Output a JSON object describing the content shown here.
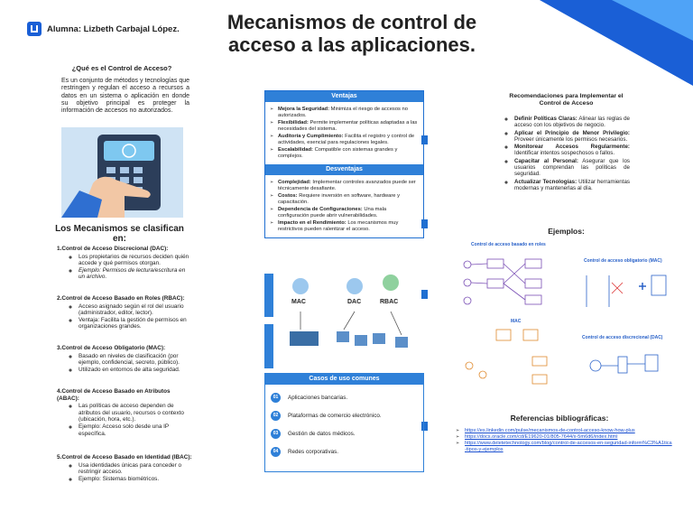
{
  "header": {
    "title_line1": "Mecanismos de control de",
    "title_line2": "acceso a las aplicaciones.",
    "author": "Alumna: Lizbeth Carbajal López.",
    "accent_dark": "#1a5fd6",
    "accent_light": "#4fa3f7"
  },
  "intro": {
    "heading": "¿Qué es el Control de Acceso?",
    "text": "Es un conjunto de métodos y tecnologías que restringen y regulan el acceso a recursos a datos en un sistema o aplicación en donde su objetivo principal es proteger la información de accesos no autorizados."
  },
  "mechanisms": {
    "heading": "Los Mecanismos se clasifican en:",
    "sections": [
      {
        "title": "1.Control de Acceso Discrecional (DAC):",
        "items": [
          "Los propietarios de recursos deciden quién accede y qué permisos otorgan.",
          "Ejemplo: Permisos de lectura/escritura en un archivo."
        ]
      },
      {
        "title": "2.Control de Acceso Basado en Roles (RBAC):",
        "items": [
          "Acceso asignado según el rol del usuario (administrador, editor, lector).",
          "Ventaja: Facilita la gestión de permisos en organizaciones grandes."
        ]
      },
      {
        "title": "3.Control de Acceso Obligatorio (MAC):",
        "items": [
          "Basado en niveles de clasificación (por ejemplo, confidencial, secreto, público).",
          "Utilizado en entornos de alta seguridad."
        ]
      },
      {
        "title": "4.Control de Acceso Basado en Atributos (ABAC):",
        "items": [
          "Las políticas de acceso dependen de atributos del usuario, recursos o contexto (ubicación, hora, etc.).",
          "Ejemplo: Acceso solo desde una IP específica."
        ]
      },
      {
        "title": "5.Control de Acceso Basado en Identidad (IBAC):",
        "items": [
          "Usa identidades únicas para conceder o restringir acceso.",
          "Ejemplo: Sistemas biométricos."
        ]
      }
    ]
  },
  "ventajas": {
    "heading": "Ventajas",
    "items": [
      {
        "term": "Mejora la Seguridad:",
        "text": " Minimiza el riesgo de accesos no autorizados."
      },
      {
        "term": "Flexibilidad:",
        "text": " Permite implementar políticas adaptadas a las necesidades del sistema."
      },
      {
        "term": "Auditoría y Cumplimiento:",
        "text": " Facilita el registro y control de actividades, esencial para regulaciones legales."
      },
      {
        "term": "Escalabilidad:",
        "text": " Compatible con sistemas grandes y complejos."
      }
    ]
  },
  "desventajas": {
    "heading": "Desventajas",
    "items": [
      {
        "term": "Complejidad:",
        "text": " Implementar controles avanzados puede ser técnicamente desafiante."
      },
      {
        "term": "Costos:",
        "text": " Requiere inversión en software, hardware y capacitación."
      },
      {
        "term": "Dependencia de Configuraciones:",
        "text": " Una mala configuración puede abrir vulnerabilidades."
      },
      {
        "term": "Impacto en el Rendimiento:",
        "text": " Los mecanismos muy restrictivos pueden ralentizar el acceso."
      }
    ]
  },
  "mid_diagram": {
    "labels": [
      "MAC",
      "DAC",
      "RBAC"
    ]
  },
  "casos": {
    "heading": "Casos de uso comunes",
    "items": [
      {
        "num": "01",
        "text": "Aplicaciones bancarias."
      },
      {
        "num": "02",
        "text": "Plataformas de comercio electrónico."
      },
      {
        "num": "03",
        "text": "Gestión de datos médicos."
      },
      {
        "num": "04",
        "text": "Redes corporativas."
      }
    ]
  },
  "recomendaciones": {
    "heading": "Recomendaciones para Implementar el Control de Acceso",
    "items": [
      {
        "term": "Definir Políticas Claras:",
        "text": " Alinear las reglas de acceso con los objetivos de negocio."
      },
      {
        "term": "Aplicar el Principio de Menor Privilegio:",
        "text": " Proveer únicamente los permisos necesarios."
      },
      {
        "term": "Monitorear Accesos Regularmente:",
        "text": " Identificar intentos sospechosos o fallos."
      },
      {
        "term": "Capacitar al Personal:",
        "text": " Asegurar que los usuarios comprendan las políticas de seguridad."
      },
      {
        "term": "Actualizar Tecnologías:",
        "text": " Utilizar herramientas modernas y mantenerlas al día."
      }
    ]
  },
  "ejemplos": {
    "heading": "Ejemplos:",
    "diagrams": [
      "Control de acceso basado en roles",
      "Control de acceso obligatorio (MAC)",
      "MAC",
      "Control de acceso discrecional (DAC)"
    ]
  },
  "referencias": {
    "heading": "Referencias bibliográficas:",
    "links": [
      "https://es.linkedin.com/pulse/mecanismos-de-control-acceso-know-how-plus",
      "https://docs.oracle.com/cd/E19620-01/805-7644/x-5m6d6/index.html",
      "https://www.deletetechnology.com/blog/control-de-accesos-en-seguridad-inform%C3%A1tica-tipos-y-ejemplos"
    ]
  }
}
